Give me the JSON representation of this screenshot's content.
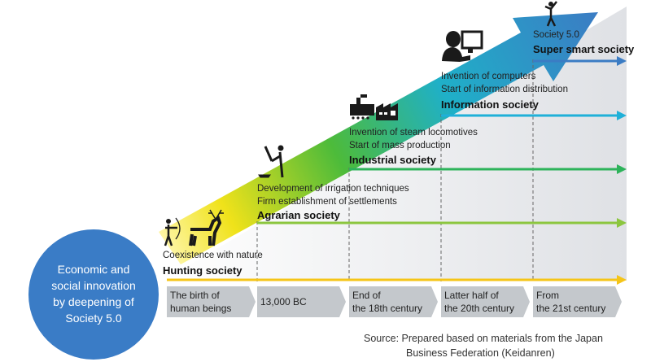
{
  "circle": {
    "lines": [
      "Economic and",
      "social innovation",
      "by deepening of",
      "Society 5.0"
    ]
  },
  "societies": [
    {
      "name": "Hunting society",
      "notes": [
        "Coexistence with nature"
      ],
      "color": "#f5c518",
      "icon": "hunter-and-deer-icon"
    },
    {
      "name": "Agrarian society",
      "notes": [
        "Development of irrigation techniques",
        "Firm establishment of settlements"
      ],
      "color": "#8cc63f",
      "icon": "farmer-icon"
    },
    {
      "name": "Industrial society",
      "notes": [
        "Invention of steam locomotives",
        "Start of mass production"
      ],
      "color": "#2db35a",
      "icon": "locomotive-factory-icon"
    },
    {
      "name": "Information society",
      "notes": [
        "Invention of computers",
        "Start of information distribution"
      ],
      "color": "#1fb0d8",
      "icon": "computer-user-icon"
    },
    {
      "name": "Super smart society",
      "notes": [
        "Society 5.0"
      ],
      "color": "#3b7cc4",
      "icon": "cheering-person-icon"
    }
  ],
  "timeline": [
    [
      "The birth of",
      "human beings"
    ],
    [
      "13,000 BC"
    ],
    [
      "End of",
      "the 18th century"
    ],
    [
      "Latter half of",
      "the 20th century"
    ],
    [
      "From",
      "the 21st century"
    ]
  ],
  "source": [
    "Source: Prepared based on materials from the Japan",
    "Business Federation (Keidanren)"
  ],
  "colors": {
    "circle": "#3a7cc6",
    "chevron": "#c4c8cc",
    "background_wedge": "#e6e8ec"
  }
}
